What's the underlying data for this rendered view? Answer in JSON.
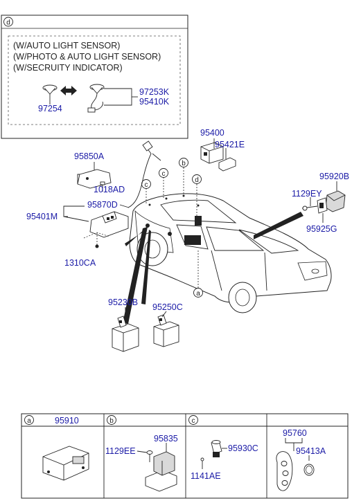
{
  "detail_d": {
    "circle_label": "d",
    "notes": [
      "(W/AUTO LIGHT SENSOR)",
      "(W/PHOTO & AUTO LIGHT SENSOR)",
      "(W/SECRUITY INDICATOR)"
    ],
    "part_left": "97254",
    "part_right_1": "97253K",
    "part_right_2": "95410K"
  },
  "callouts": {
    "95850A": "95850A",
    "1018AD": "1018AD",
    "95870D": "95870D",
    "95401M": "95401M",
    "1310CA": "1310CA",
    "95400": "95400",
    "95421E": "95421E",
    "95920B": "95920B",
    "1129EY": "1129EY",
    "95925G": "95925G",
    "95230B": "95230B",
    "95250C": "95250C"
  },
  "car_markers": {
    "a": "a",
    "b": "b",
    "c1": "c",
    "c2": "c",
    "d": "d"
  },
  "table": {
    "headers": [
      {
        "circle": "a",
        "part": "95910"
      },
      {
        "circle": "b",
        "part": ""
      },
      {
        "circle": "c",
        "part": ""
      },
      {
        "circle": "",
        "part": ""
      }
    ],
    "cell_b": {
      "top": "95835",
      "left": "1129EE"
    },
    "cell_c": {
      "right": "95930C",
      "bottom": "1141AE"
    },
    "cell_d": {
      "top": "95760",
      "right": "95413A"
    }
  }
}
